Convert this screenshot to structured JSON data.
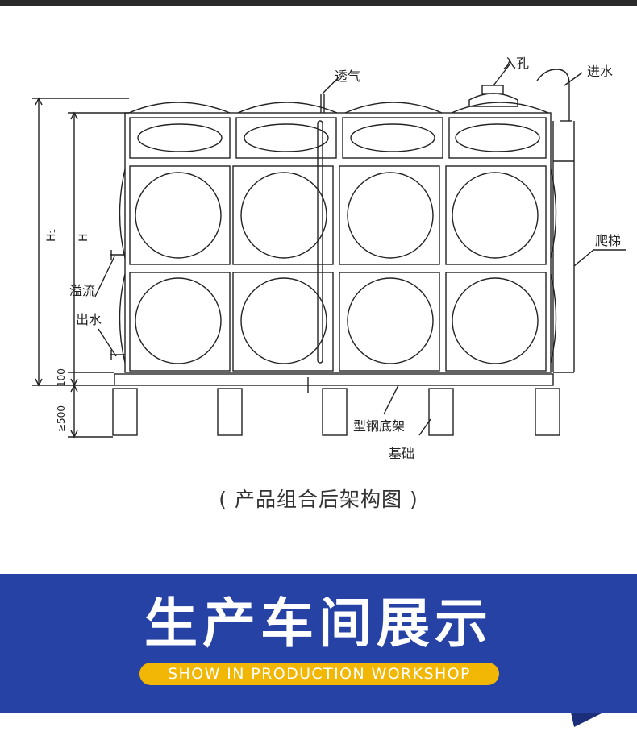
{
  "diagram": {
    "labels": {
      "vent": "透气",
      "manhole": "入孔",
      "inlet": "进水",
      "ladder": "爬梯",
      "overflow": "溢流",
      "outlet": "出水",
      "steel_frame": "型钢底架",
      "foundation": "基础",
      "h1": "H₁",
      "h": "H",
      "dim_100": "100",
      "dim_500": "≥500"
    }
  },
  "caption": "( 产品组合后架构图 )",
  "banner": {
    "title": "生产车间展示",
    "subtitle": "SHOW IN PRODUCTION WORKSHOP",
    "bg_color": "#2642a5",
    "accent_color": "#f2b705"
  }
}
